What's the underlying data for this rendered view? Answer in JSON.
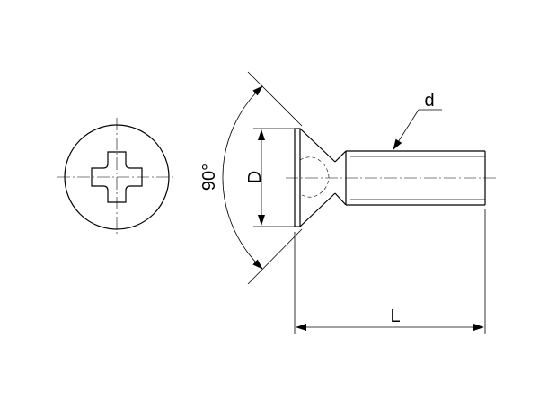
{
  "labels": {
    "angle": "90°",
    "head_diameter": "D",
    "thread_diameter": "d",
    "length": "L"
  }
}
